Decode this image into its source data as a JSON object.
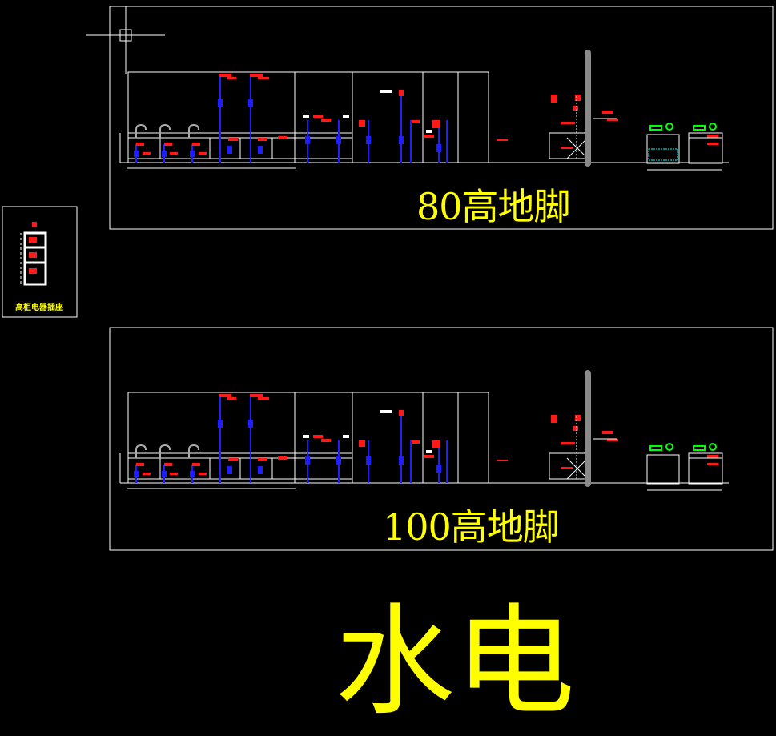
{
  "colors": {
    "background": "#000000",
    "frame": "#ffffff",
    "water_pipe": "#1e1eff",
    "electric_tag": "#ff1a1a",
    "label": "#ffff00",
    "drain": "#8a8a8a",
    "appliance": "#00ff00",
    "basin": "#00ffff"
  },
  "panels": [
    {
      "id": "elevation-top",
      "title": "80高地脚"
    },
    {
      "id": "elevation-bottom",
      "title": "100高地脚"
    }
  ],
  "legend_box": {
    "caption": "高柜电器插座"
  },
  "drawing_title": "水电",
  "icons": [
    "crosshair-icon",
    "faucet-icon",
    "socket-icon",
    "stove-icon",
    "drain-pipe-icon"
  ]
}
